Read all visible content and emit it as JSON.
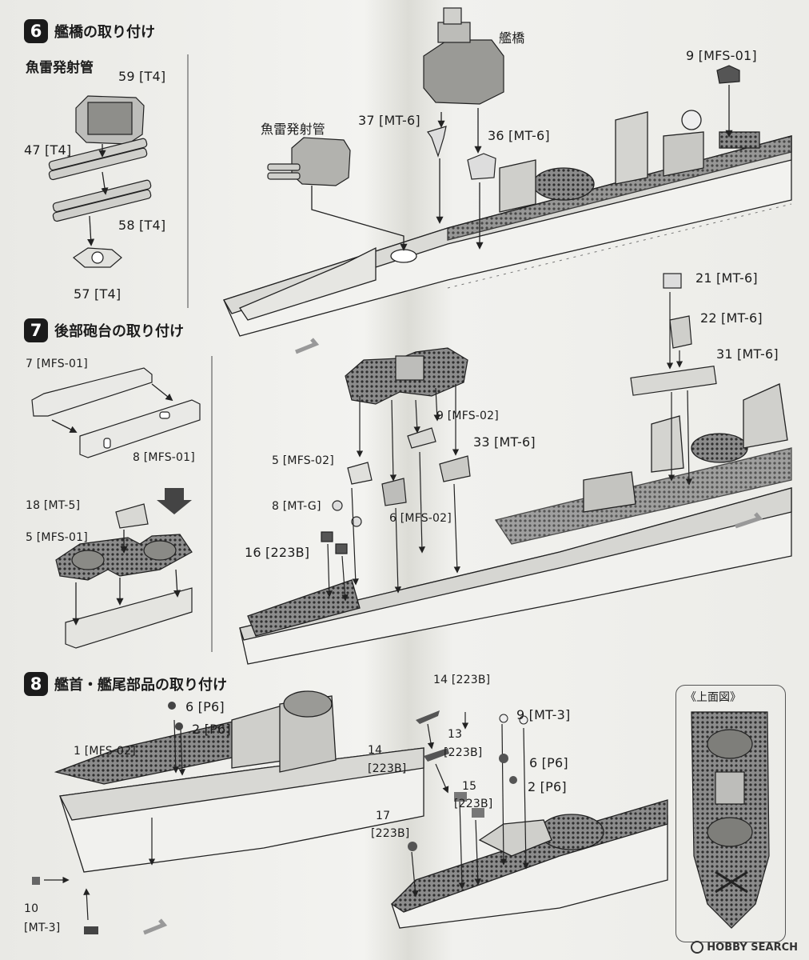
{
  "steps": [
    {
      "number": "6",
      "title": "艦橋の取り付け",
      "sub": "魚雷発射管"
    },
    {
      "number": "7",
      "title": "後部砲台の取り付け"
    },
    {
      "number": "8",
      "title": "艦首・艦尾部品の取り付け"
    }
  ],
  "labels": {
    "l59": "59 [T4]",
    "l47": "47 [T4]",
    "l58": "58 [T4]",
    "l57": "57 [T4]",
    "torpedo": "魚雷発射管",
    "l37": "37 [MT-6]",
    "bridge": "艦橋",
    "l36": "36 [MT-6]",
    "l9_mfs01": "9 [MFS-01]",
    "l7": "7 [MFS-01]",
    "l8": "8 [MFS-01]",
    "l18": "18 [MT-5]",
    "l5_mfs01": "5 [MFS-01]",
    "l21": "21 [MT-6]",
    "l22": "22 [MT-6]",
    "l31": "31 [MT-6]",
    "l9_mfs02": "9 [MFS-02]",
    "l33": "33 [MT-6]",
    "l5_mfs02": "5 [MFS-02]",
    "l8_mtg": "8 [MT-G]",
    "l6_mfs02": "6 [MFS-02]",
    "l16": "16 [223B]",
    "l6_p6_a": "6 [P6]",
    "l2_p6_a": "2 [P6]",
    "l1": "1 [MFS-02]",
    "l10": "10",
    "l10b": "[MT-3]",
    "l14a": "14 [223B]",
    "l13": "13",
    "l13b": "[223B]",
    "l14b": "14",
    "l14bb": "[223B]",
    "l15": "15",
    "l15b": "[223B]",
    "l17": "17",
    "l17b": "[223B]",
    "l9_mt3": "9 [MT-3]",
    "l6_p6_b": "6 [P6]",
    "l2_p6_b": "2 [P6]",
    "top_view": "《上面図》"
  },
  "watermark": "HOBBY SEARCH"
}
